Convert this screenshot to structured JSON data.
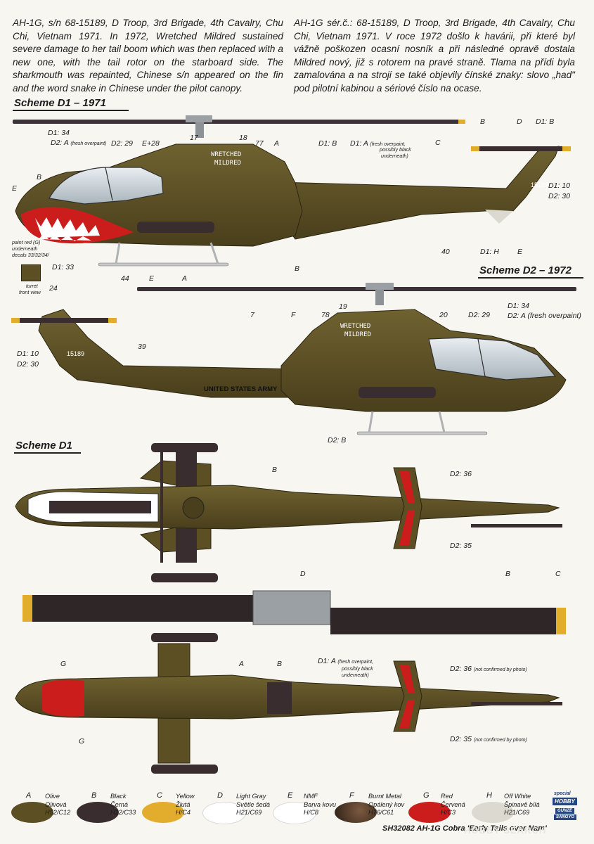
{
  "intro": {
    "en": "AH-1G, s/n 68-15189, D Troop, 3rd Brigade, 4th Cavalry, Chu Chi, Vietnam 1971. In 1972, Wretched Mildred sustained severe damage to her tail boom which was then replaced with a new one, with the tail rotor on the starboard side. The sharkmouth was repainted, Chinese s/n appeared on the fin and the word snake in Chinese under the pilot canopy.",
    "cz": "AH-1G sér.č.: 68-15189, D Troop, 3rd Brigade, 4th Cavalry, Chu Chi, Vietnam 1971. V roce 1972 došlo k havárii, při které byl vážně poškozen ocasní nosník a při následné opravě dostala Mildred nový, již s rotorem na pravé straně. Tlama na přídi byla zamalována a na stroji se také objevily čínské znaky: slovo „had\" pod pilotní kabinou a sériové číslo na ocase."
  },
  "schemes": {
    "d1_1971": "Scheme D1 – 1971",
    "d2_1972": "Scheme D2 – 1972",
    "d1": "Scheme D1"
  },
  "aircraft": {
    "name": "WRETCHED MILDRED",
    "name_line1": "WRETCHED",
    "name_line2": "MILDRED",
    "serial": "15189",
    "army_text": "UNITED STATES ARMY"
  },
  "labels_d1_1971": {
    "d1_34": "D1: 34",
    "d2_a_fresh": "D2: A",
    "fresh_overpaint": "(fresh overpaint)",
    "d2_29": "D2: 29",
    "e28": "E+28",
    "n17": "17",
    "n18": "18",
    "n77": "77",
    "a": "A",
    "d1_b": "D1: B",
    "d1_a": "D1: A",
    "d1_a_note1": "(fresh overpaint,",
    "d1_a_note2": "possibly black",
    "d1_a_note3": "underneath)",
    "b_top": "B",
    "d_top": "D",
    "d1_b_tail": "D1: B",
    "c": "C",
    "d1_10": "D1: 10",
    "d2_30": "D2: 30",
    "e_left": "E",
    "b_left": "B",
    "paint_note1": "paint red (G)",
    "paint_note2": "underneath",
    "paint_note3": "decals 33/32/34/",
    "d1_33": "D1: 33",
    "turret1": "turret",
    "turret2": "front view",
    "n24": "24",
    "n44": "44",
    "e_bottom": "E",
    "a_bottom": "A",
    "b_bottom": "B",
    "n40": "40",
    "d1_h": "D1: H",
    "e_tail": "E"
  },
  "labels_d2_1972": {
    "d1_10": "D1: 10",
    "d2_30": "D2: 30",
    "n39": "39",
    "n7": "7",
    "f": "F",
    "n78": "78",
    "n19": "19",
    "n20": "20",
    "d2_29": "D2: 29",
    "d1_34": "D1: 34",
    "d2_a": "D2: A (fresh overpaint)",
    "d2_b": "D2: B"
  },
  "labels_d1_plan": {
    "b_top": "B",
    "d2_36": "D2: 36",
    "d2_35": "D2: 35",
    "d_rotor": "D",
    "b_rotor": "B",
    "c_rotor": "C",
    "g": "G",
    "a": "A",
    "b": "B",
    "d1_a": "D1: A",
    "d1_a_note1": "(fresh overpaint,",
    "d1_a_note2": "possibly black",
    "d1_a_note3": "underneath)",
    "d2_36_nc": "D2: 36",
    "nc_note": "(not confirmed by photo)",
    "d2_35_nc": "D2: 35",
    "g_bottom": "G"
  },
  "legend": [
    {
      "letter": "A",
      "en": "Olive",
      "cz": "Olivová",
      "code": "H52/C12",
      "color": "#5c4f24"
    },
    {
      "letter": "B",
      "en": "Black",
      "cz": "Černá",
      "code": "H12/C33",
      "color": "#3a2d30"
    },
    {
      "letter": "C",
      "en": "Yellow",
      "cz": "Žlutá",
      "code": "H/C4",
      "color": "#e2ac2c"
    },
    {
      "letter": "D",
      "en": "Light Gray",
      "cz": "Světle šedá",
      "code": "H21/C69",
      "color": "#ffffff"
    },
    {
      "letter": "E",
      "en": "NMF",
      "cz": "Barva kovu",
      "code": "H/C8",
      "color": "#ffffff"
    },
    {
      "letter": "F",
      "en": "Burnt Metal",
      "cz": "Opálený kov",
      "code": "H76/C61",
      "color": "#4a3426"
    },
    {
      "letter": "G",
      "en": "Red",
      "cz": "Červená",
      "code": "H/C3",
      "color": "#cc1d1d"
    },
    {
      "letter": "H",
      "en": "Off White",
      "cz": "Špinavě bílá",
      "code": "H21/C69",
      "color": "#dcdad0"
    }
  ],
  "footer": "SH32082  AH-1G Cobra 'Early Tails over Nam'",
  "brand": {
    "special": "special",
    "hobby": "HOBBY",
    "gunze": "GUNZE",
    "sangyo": "SANGYO"
  },
  "watermark": "HOBBY SEARCH"
}
